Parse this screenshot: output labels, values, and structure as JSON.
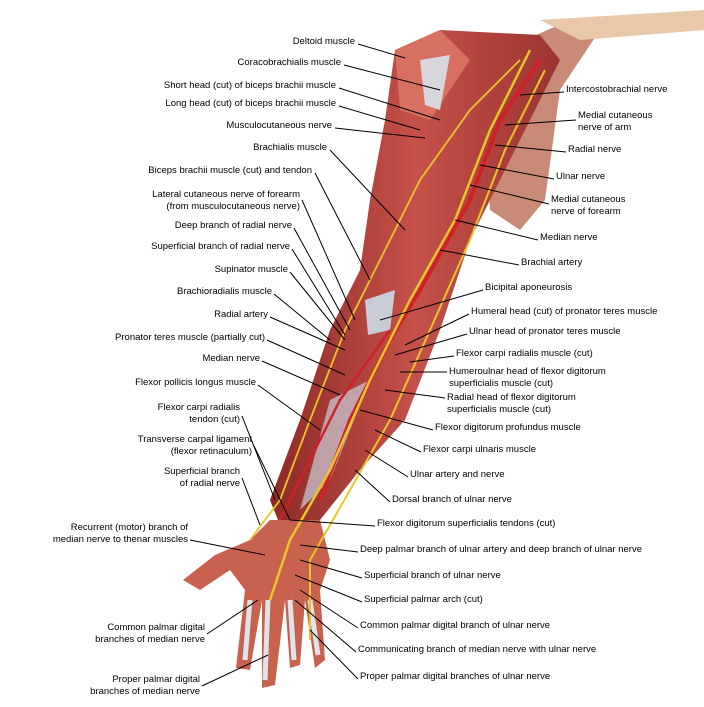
{
  "colors": {
    "muscle": "#b8413a",
    "muscle_light": "#d9786a",
    "nerve": "#e8c62a",
    "artery": "#d0202a",
    "tendon": "#c9cfd8",
    "leader": "#000000"
  },
  "left_labels": [
    {
      "lines": [
        "Deltoid muscle"
      ]
    },
    {
      "lines": [
        "Coracobrachialis muscle"
      ]
    },
    {
      "lines": [
        "Short head (cut) of biceps brachii muscle"
      ]
    },
    {
      "lines": [
        "Long head (cut)  of biceps brachii muscle"
      ]
    },
    {
      "lines": [
        "Musculocutaneous nerve"
      ]
    },
    {
      "lines": [
        "Brachialis muscle"
      ]
    },
    {
      "lines": [
        "Biceps brachii muscle (cut) and tendon"
      ]
    },
    {
      "lines": [
        "Lateral cutaneous nerve of forearm",
        "(from musculocutaneous nerve)"
      ]
    },
    {
      "lines": [
        "Deep branch of radial nerve"
      ]
    },
    {
      "lines": [
        "Superficial branch of radial nerve"
      ]
    },
    {
      "lines": [
        "Supinator muscle"
      ]
    },
    {
      "lines": [
        "Brachioradialis muscle"
      ]
    },
    {
      "lines": [
        "Radial artery"
      ]
    },
    {
      "lines": [
        "Pronator teres muscle (partially cut)"
      ]
    },
    {
      "lines": [
        "Median nerve"
      ]
    },
    {
      "lines": [
        "Flexor pollicis longus muscle"
      ]
    },
    {
      "lines": [
        "Flexor carpi radialis",
        "tendon (cut)"
      ]
    },
    {
      "lines": [
        "Transverse carpal ligament",
        "(flexor retinaculum)"
      ]
    },
    {
      "lines": [
        "Superficial branch",
        "of radial nerve"
      ]
    },
    {
      "lines": [
        "Recurrent (motor) branch of",
        "median nerve to thenar muscles"
      ]
    },
    {
      "lines": [
        "Common palmar digital",
        "branches of median nerve"
      ]
    },
    {
      "lines": [
        "Proper palmar digital",
        "branches of median nerve"
      ]
    }
  ],
  "right_labels": [
    {
      "lines": [
        "Intercostobrachial nerve"
      ]
    },
    {
      "lines": [
        "Medial cutaneous",
        "nerve of arm"
      ]
    },
    {
      "lines": [
        "Radial nerve"
      ]
    },
    {
      "lines": [
        "Ulnar nerve"
      ]
    },
    {
      "lines": [
        "Medial cutaneous",
        "nerve of forearm"
      ]
    },
    {
      "lines": [
        "Median nerve"
      ]
    },
    {
      "lines": [
        "Brachial artery"
      ]
    },
    {
      "lines": [
        "Bicipital aponeurosis"
      ]
    },
    {
      "lines": [
        "Humeral head (cut) of pronator teres muscle"
      ]
    },
    {
      "lines": [
        "Ulnar head of pronator teres muscle"
      ]
    },
    {
      "lines": [
        "Flexor carpi radialis muscle (cut)"
      ]
    },
    {
      "lines": [
        "Humeroulnar head of flexor digitorum",
        "superficialis muscle (cut)"
      ]
    },
    {
      "lines": [
        "Radial head of flexor digitorum",
        "superficialis muscle (cut)"
      ]
    },
    {
      "lines": [
        "Flexor digitorum profundus muscle"
      ]
    },
    {
      "lines": [
        "Flexor carpi ulnaris muscle"
      ]
    },
    {
      "lines": [
        "Ulnar artery and nerve"
      ]
    },
    {
      "lines": [
        "Dorsal branch of ulnar nerve"
      ]
    },
    {
      "lines": [
        "Flexor digitorum superficialis tendons (cut)"
      ]
    },
    {
      "lines": [
        "Deep palmar branch of ulnar artery and deep branch of ulnar nerve"
      ]
    },
    {
      "lines": [
        "Superficial branch of ulnar nerve"
      ]
    },
    {
      "lines": [
        "Superficial palmar arch (cut)"
      ]
    },
    {
      "lines": [
        "Common palmar digital branch of ulnar nerve"
      ]
    },
    {
      "lines": [
        "Communicating branch of median nerve with ulnar nerve"
      ]
    },
    {
      "lines": [
        "Proper palmar digital branches of ulnar nerve"
      ]
    }
  ]
}
